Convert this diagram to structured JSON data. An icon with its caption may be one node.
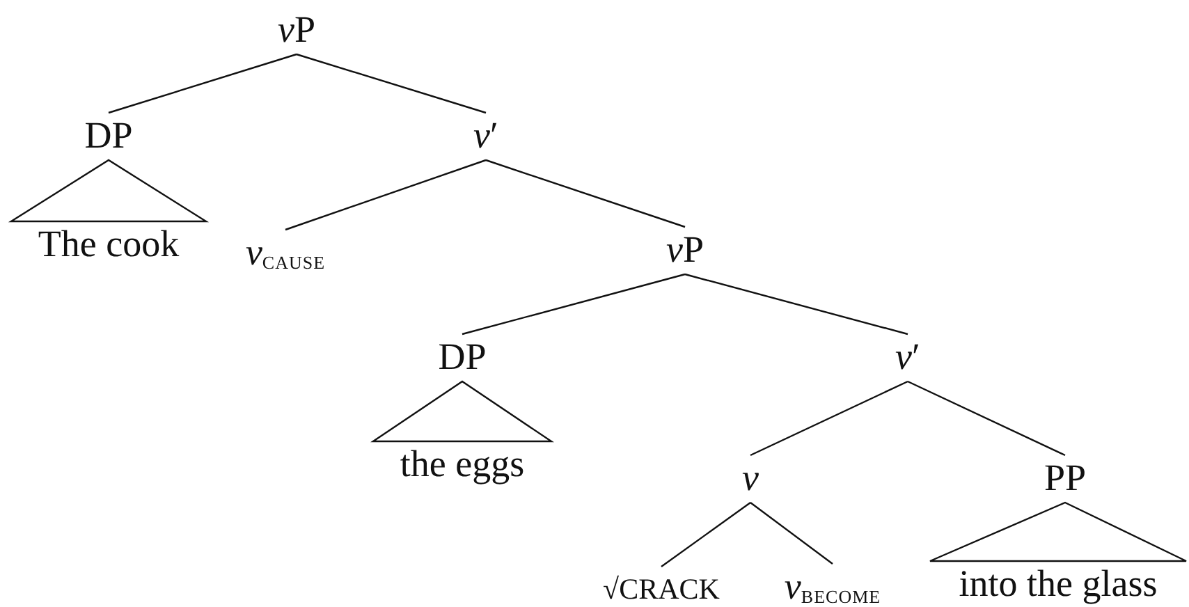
{
  "diagram": {
    "nodes": [
      {
        "text": [
          "vP"
        ]
      },
      {
        "text": [
          "DP"
        ]
      },
      {
        "text": [
          "*v*′"
        ]
      },
      {
        "text": [
          "The cook"
        ]
      },
      {
        "text": [
          "*v*$_{CAUSE}$"
        ]
      },
      {
        "text": [
          "vP"
        ]
      },
      {
        "text": [
          "DP"
        ]
      },
      {
        "text": [
          "*v*′"
        ]
      },
      {
        "text": [
          "the eggs"
        ]
      },
      {
        "text": [
          "*v*"
        ]
      },
      {
        "text": [
          "PP"
        ]
      },
      {
        "text": [
          "√CRACK"
        ]
      },
      {
        "text": [
          "*v*$_{BECOME}$"
        ]
      },
      {
        "text": [
          "into the glass"
        ]
      }
    ],
    "edges": [
      {
        "from": 0,
        "to": 1,
        "arrow": "none"
      },
      {
        "from": 0,
        "to": 2,
        "arrow": "none"
      },
      {
        "from": 1,
        "to": 3,
        "arrow": "none"
      },
      {
        "from": 2,
        "to": 4,
        "arrow": "none"
      },
      {
        "from": 2,
        "to": 5,
        "arrow": "none"
      },
      {
        "from": 5,
        "to": 6,
        "arrow": "none"
      },
      {
        "from": 5,
        "to": 7,
        "arrow": "none"
      },
      {
        "from": 6,
        "to": 8,
        "arrow": "none"
      },
      {
        "from": 7,
        "to": 9,
        "arrow": "none"
      },
      {
        "from": 7,
        "to": 10,
        "arrow": "none"
      },
      {
        "from": 9,
        "to": 11,
        "arrow": "none"
      },
      {
        "from": 9,
        "to": 12,
        "arrow": "none"
      },
      {
        "from": 10,
        "to": 13,
        "arrow": "none"
      }
    ]
  }
}
